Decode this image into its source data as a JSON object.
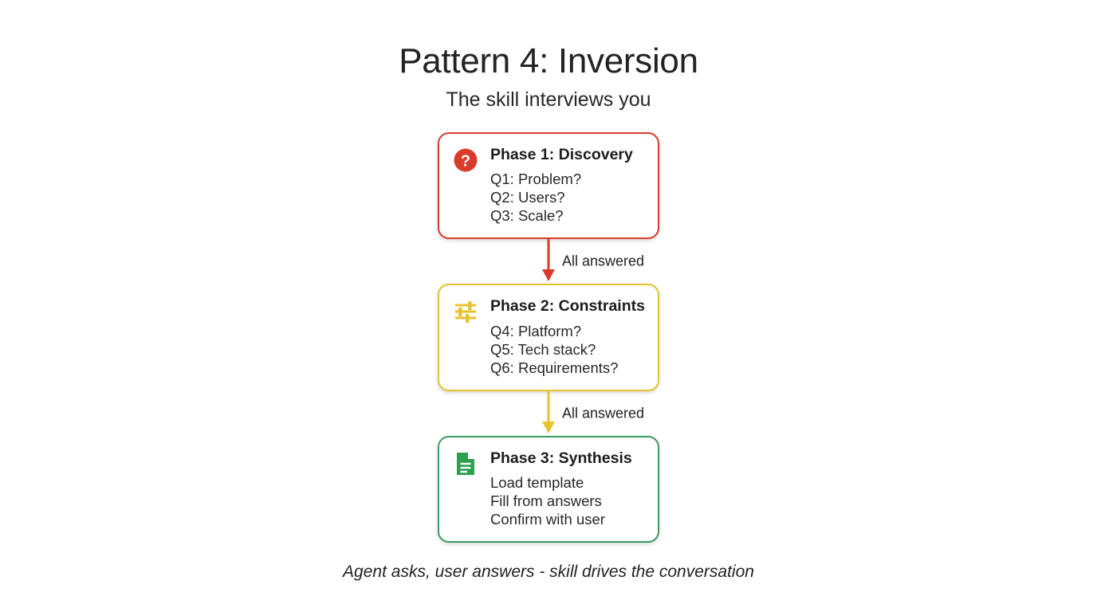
{
  "header": {
    "title": "Pattern 4: Inversion",
    "subtitle": "The skill interviews you"
  },
  "colors": {
    "discovery": "#D93B2B",
    "constraints": "#E8C22E",
    "synthesis": "#3C9E5F",
    "background": "#FFFFFF",
    "text": "#202124"
  },
  "flow": {
    "cards": [
      {
        "id": "discovery",
        "icon": "question-mark-circle-icon",
        "heading": "Phase 1: Discovery",
        "lines": [
          "Q1: Problem?",
          "Q2: Users?",
          "Q3: Scale?"
        ]
      },
      {
        "id": "constraints",
        "icon": "sliders-tune-icon",
        "heading": "Phase 2: Constraints",
        "lines": [
          "Q4: Platform?",
          "Q5: Tech stack?",
          "Q6: Requirements?"
        ]
      },
      {
        "id": "synthesis",
        "icon": "document-icon",
        "heading": "Phase 3: Synthesis",
        "lines": [
          "Load template",
          "Fill from answers",
          "Confirm with user"
        ]
      }
    ],
    "connectors": [
      {
        "id": "discovery-to-constraints",
        "label": "All answered",
        "color": "#D93B2B"
      },
      {
        "id": "constraints-to-synthesis",
        "label": "All answered",
        "color": "#E8C22E"
      }
    ]
  },
  "footer": {
    "caption": "Agent asks, user answers - skill drives the conversation"
  }
}
